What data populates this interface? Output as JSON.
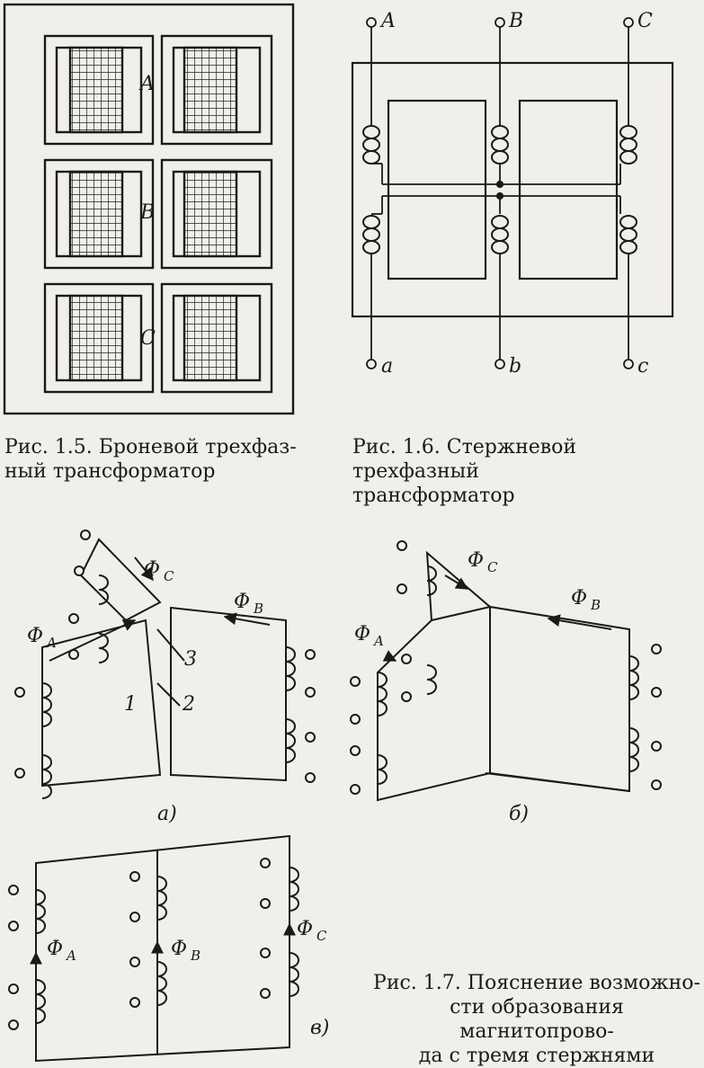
{
  "fig15": {
    "phases": [
      "A",
      "B",
      "C"
    ],
    "caption": "Рис. 1.5. Броневой трехфаз-\nный трансформатор"
  },
  "fig16": {
    "terminals_hv": [
      "A",
      "B",
      "C"
    ],
    "terminals_lv": [
      "a",
      "b",
      "c"
    ],
    "caption": "Рис. 1.6. Стержневой трехфазный\nтрансформатор"
  },
  "fig17": {
    "fluxes": {
      "a": "Φ",
      "a_sub": "A",
      "b": "Φ",
      "b_sub": "B",
      "c": "Φ",
      "c_sub": "C"
    },
    "numbers": [
      "1",
      "2",
      "3"
    ],
    "sub_labels": [
      "а)",
      "б)",
      "в)"
    ],
    "caption": "Рис. 1.7. Пояснение возможно-\nсти образования магнитопрово-\nда с тремя стержнями"
  }
}
